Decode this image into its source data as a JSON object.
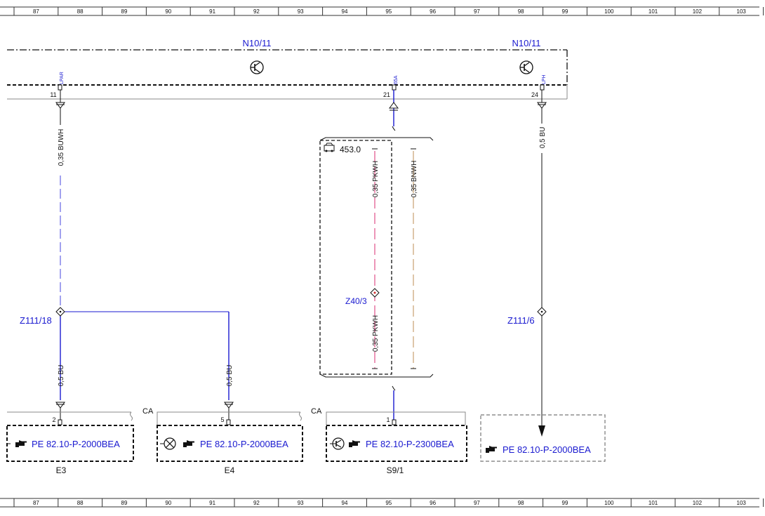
{
  "ruler": [
    "87",
    "88",
    "89",
    "90",
    "91",
    "92",
    "93",
    "94",
    "95",
    "96",
    "97",
    "98",
    "99",
    "100",
    "101",
    "102",
    "103"
  ],
  "modules": {
    "left": {
      "name": "N10/11"
    },
    "right": {
      "name": "N10/11"
    }
  },
  "pins": {
    "p11": {
      "num": "11",
      "code": "LPAR"
    },
    "p21": {
      "num": "21",
      "code": "65A"
    },
    "p24": {
      "num": "24",
      "code": "LPH"
    }
  },
  "wires": {
    "w1": "0,35 BUWH",
    "w2": "0,35 PKWH",
    "w3": "0,35 BNWH",
    "w4": "0,35 PKWH",
    "w5": "0,5 BU",
    "w6": "0,5 BU",
    "w7": "0,5 BU"
  },
  "variant": {
    "code": "453.0"
  },
  "splices": {
    "s1": "Z111/18",
    "s2": "Z40/3",
    "s3": "Z111/6"
  },
  "connectors": {
    "e3": {
      "pin": "2",
      "name": "E3",
      "ref": "PE 82.10-P-2000BEA"
    },
    "e4": {
      "pin": "5",
      "name": "E4",
      "ref": "PE 82.10-P-2000BEA",
      "prefix": "CA"
    },
    "s91": {
      "pin": "1",
      "name": "S9/1",
      "ref": "PE 82.10-P-2300BEA",
      "prefix": "CA"
    },
    "ext": {
      "ref": "PE 82.10-P-2000BEA"
    }
  },
  "icons": {
    "transistor": "transistor-icon",
    "lamp": "lamp-icon",
    "switch": "switch-icon",
    "hand": "pointing-hand-icon",
    "vehicle": "vehicle-icon"
  },
  "colors": {
    "blue_wire": "#1a1ad0",
    "buwh_wire": "#7a7ae8",
    "pkwh_wire": "#e0508a",
    "bnwh_wire": "#c8a070",
    "label_blue": "#1a1ad0"
  }
}
